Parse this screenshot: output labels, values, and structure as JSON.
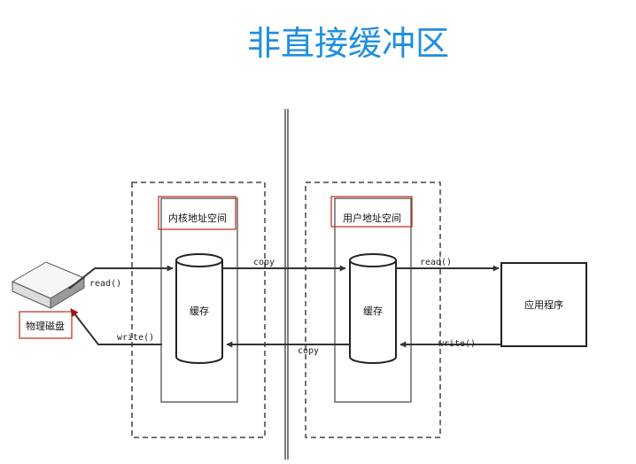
{
  "title": "非直接缓冲区",
  "disk": {
    "label": "物理磁盘"
  },
  "kernel": {
    "label": "内核地址空间",
    "buffer": "缓存"
  },
  "user": {
    "label": "用户地址空间",
    "buffer": "缓存"
  },
  "app": {
    "label": "应用程序"
  },
  "arrows": {
    "disk_read": "read()",
    "disk_write": "write()",
    "copy_top": "copy",
    "copy_bottom": "copy",
    "app_read": "read()",
    "app_write": "write()"
  },
  "colors": {
    "title": "#1e8fe0",
    "highlight_box": "#c0392b",
    "line": "#333333"
  }
}
